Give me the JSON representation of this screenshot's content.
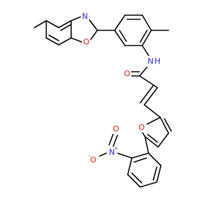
{
  "structure": {
    "atom_labels": {
      "benzoxazole_n": "N",
      "benzoxazole_o": "O",
      "amide_nh": "N",
      "amide_h": "H",
      "carbonyl_o": "O",
      "furan_o": "O",
      "nitro_n": "N",
      "nitro_n_charge": "+",
      "nitro_o_minus": "O",
      "nitro_o_minus_charge": "-",
      "nitro_o_double": "O"
    },
    "colors": {
      "carbon": "#000000",
      "nitrogen": "#2a2ad8",
      "oxygen": "#e0201b"
    }
  }
}
